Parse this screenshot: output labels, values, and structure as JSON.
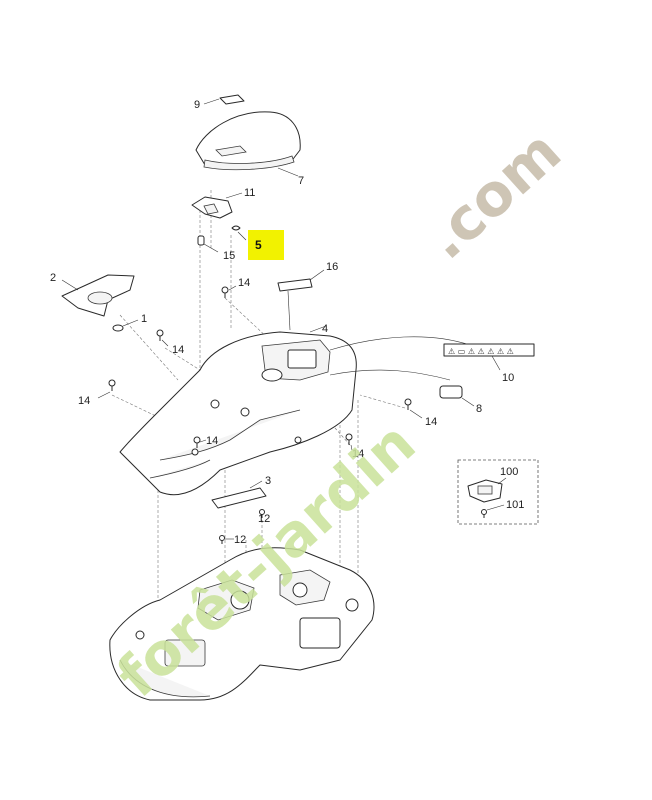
{
  "highlight_color": "#f2f200",
  "watermark": {
    "site_part1": "forêt-jardin",
    "site_part2": ".com",
    "colors": {
      "green": "#c9e29a",
      "tan": "#c9bfae"
    }
  },
  "callouts": {
    "c1": "1",
    "c2": "2",
    "c3": "3",
    "c4": "4",
    "c5": "5",
    "c7": "7",
    "c8": "8",
    "c9": "9",
    "c10": "10",
    "c11": "11",
    "c12a": "12",
    "c12b": "12",
    "c14a": "14",
    "c14b": "14",
    "c14c": "14",
    "c14d": "14",
    "c14e": "14",
    "c14f": "14",
    "c15": "15",
    "c16": "16",
    "c100": "100",
    "c101": "101"
  }
}
